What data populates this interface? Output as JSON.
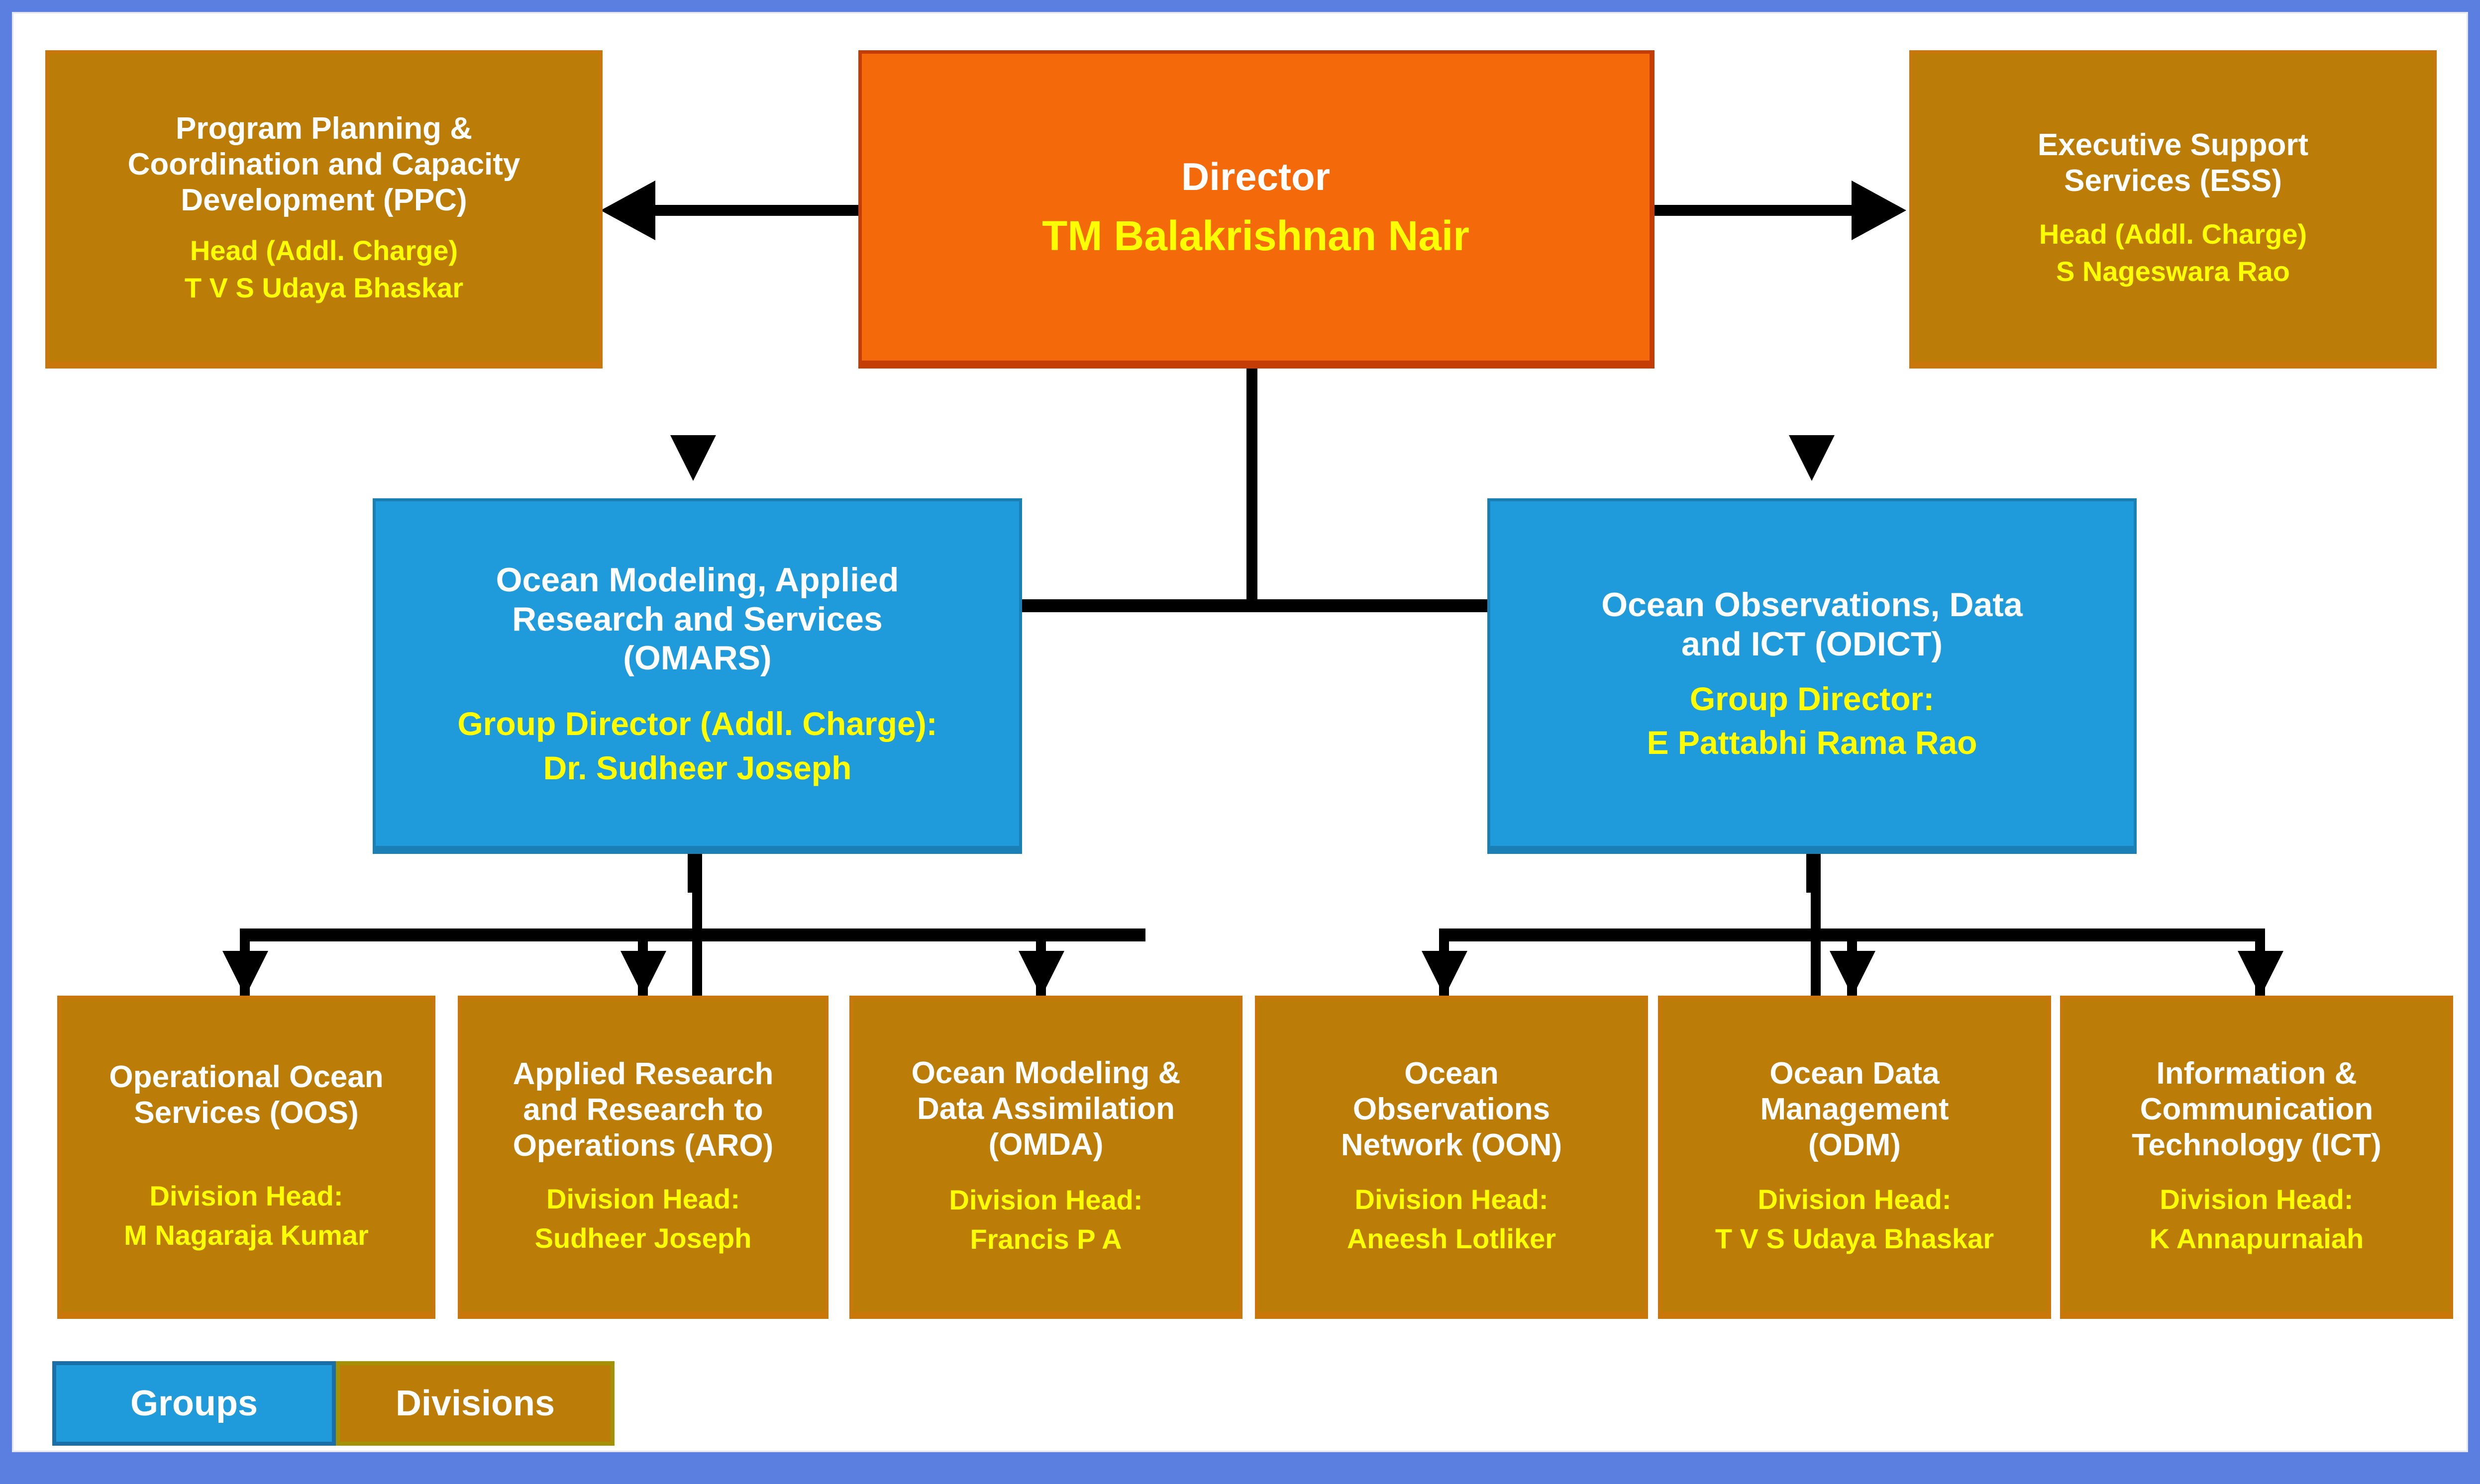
{
  "colors": {
    "outer_frame": "#5b7fe0",
    "director_fill": "#f4690a",
    "director_border": "#c43d06",
    "group_fill": "#1f9bdc",
    "group_border": "#1a7fb4",
    "division_fill": "#bb7d08",
    "division_border": "#c9760a",
    "title_text": "#ffffff",
    "role_text": "#ffff00",
    "connector": "#000000",
    "page_background": "#ffffff"
  },
  "director": {
    "title": "Director",
    "role": "TM  Balakrishnan Nair"
  },
  "support_units": [
    {
      "id": "ppc",
      "title": "Program Planning &\nCoordination and Capacity\nDevelopment (PPC)",
      "role_label": "Head (Addl. Charge)",
      "role_name": "T V S Udaya Bhaskar"
    },
    {
      "id": "ess",
      "title": "Executive Support\nServices (ESS)",
      "role_label": "Head (Addl. Charge)",
      "role_name": "S Nageswara Rao"
    }
  ],
  "groups": [
    {
      "id": "omars",
      "title": "Ocean Modeling, Applied\nResearch and Services\n(OMARS)",
      "role_label": "Group Director (Addl. Charge):",
      "role_name": "Dr. Sudheer Joseph"
    },
    {
      "id": "odict",
      "title": "Ocean Observations, Data\nand ICT (ODICT)",
      "role_label": "Group Director:",
      "role_name": "E Pattabhi Rama Rao"
    }
  ],
  "divisions": [
    {
      "id": "oos",
      "parent": "omars",
      "title": "Operational Ocean\nServices (OOS)",
      "role_label": "Division Head:",
      "role_name": "M Nagaraja Kumar"
    },
    {
      "id": "aro",
      "parent": "omars",
      "title": "Applied  Research\nand Research to\nOperations (ARO)",
      "role_label": "Division Head:",
      "role_name": "Sudheer Joseph"
    },
    {
      "id": "omda",
      "parent": "omars",
      "title": "Ocean Modeling &\nData Assimilation\n(OMDA)",
      "role_label": "Division Head:",
      "role_name": "Francis P A"
    },
    {
      "id": "oon",
      "parent": "odict",
      "title": "Ocean\nObservations\nNetwork (OON)",
      "role_label": "Division Head:",
      "role_name": "Aneesh Lotliker"
    },
    {
      "id": "odm",
      "parent": "odict",
      "title": "Ocean Data\nManagement\n(ODM)",
      "role_label": "Division Head:",
      "role_name": "T V S Udaya Bhaskar"
    },
    {
      "id": "ict",
      "parent": "odict",
      "title": "Information &\nCommunication\nTechnology (ICT)",
      "role_label": "Division Head:",
      "role_name": "K Annapurnaiah"
    }
  ],
  "legend": {
    "groups_label": "Groups",
    "divisions_label": "Divisions"
  }
}
